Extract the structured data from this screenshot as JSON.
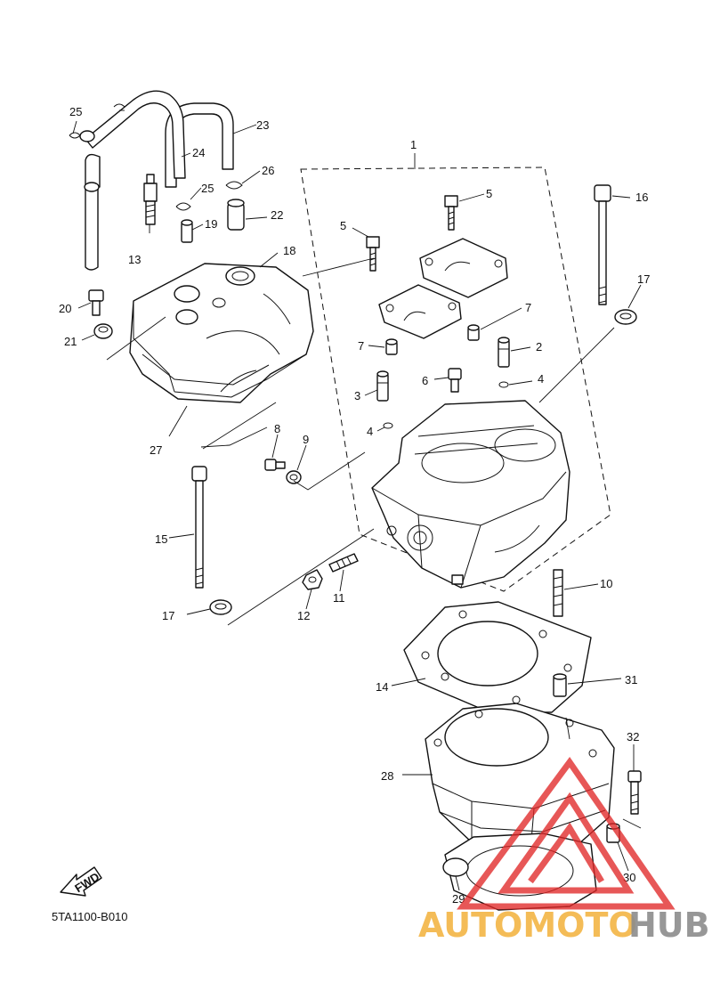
{
  "figure_code": "5TA1100-B010",
  "fwd_label": "FWD",
  "watermark": {
    "part1": "AUTOMOTO",
    "part2": "HUB",
    "color_red": "#e02828",
    "color_orange": "#f3b13a",
    "color_grey": "#8c8c8c"
  },
  "callouts": [
    {
      "id": "c1",
      "text": "1"
    },
    {
      "id": "c2",
      "text": "2"
    },
    {
      "id": "c3",
      "text": "3"
    },
    {
      "id": "c4a",
      "text": "4"
    },
    {
      "id": "c4b",
      "text": "4"
    },
    {
      "id": "c5a",
      "text": "5"
    },
    {
      "id": "c5b",
      "text": "5"
    },
    {
      "id": "c6",
      "text": "6"
    },
    {
      "id": "c7a",
      "text": "7"
    },
    {
      "id": "c7b",
      "text": "7"
    },
    {
      "id": "c8",
      "text": "8"
    },
    {
      "id": "c9",
      "text": "9"
    },
    {
      "id": "c10",
      "text": "10"
    },
    {
      "id": "c11",
      "text": "11"
    },
    {
      "id": "c12",
      "text": "12"
    },
    {
      "id": "c13",
      "text": "13"
    },
    {
      "id": "c14",
      "text": "14"
    },
    {
      "id": "c15",
      "text": "15"
    },
    {
      "id": "c16",
      "text": "16"
    },
    {
      "id": "c17a",
      "text": "17"
    },
    {
      "id": "c17b",
      "text": "17"
    },
    {
      "id": "c18",
      "text": "18"
    },
    {
      "id": "c19",
      "text": "19"
    },
    {
      "id": "c20",
      "text": "20"
    },
    {
      "id": "c21",
      "text": "21"
    },
    {
      "id": "c22",
      "text": "22"
    },
    {
      "id": "c23",
      "text": "23"
    },
    {
      "id": "c24",
      "text": "24"
    },
    {
      "id": "c25a",
      "text": "25"
    },
    {
      "id": "c25b",
      "text": "25"
    },
    {
      "id": "c26",
      "text": "26"
    },
    {
      "id": "c27",
      "text": "27"
    },
    {
      "id": "c28",
      "text": "28"
    },
    {
      "id": "c29",
      "text": "29"
    },
    {
      "id": "c30",
      "text": "30"
    },
    {
      "id": "c31",
      "text": "31"
    },
    {
      "id": "c32",
      "text": "32"
    }
  ]
}
